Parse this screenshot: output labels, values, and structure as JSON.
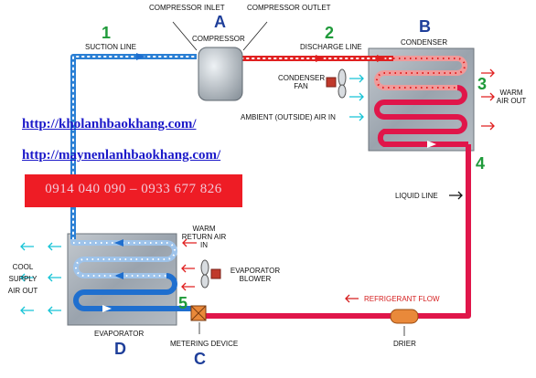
{
  "labels": {
    "compressor_inlet": "COMPRESSOR INLET",
    "compressor_outlet": "COMPRESSOR OUTLET",
    "compressor": "COMPRESSOR",
    "suction_line": "SUCTION LINE",
    "discharge_line": "DISCHARGE LINE",
    "condenser": "CONDENSER",
    "condenser_fan": "CONDENSER FAN",
    "ambient_air_in": "AMBIENT (OUTSIDE) AIR IN",
    "warm_air_out": "WARM AIR OUT",
    "liquid_line": "LIQUID LINE",
    "warm_return_air_in": "WARM RETURN AIR IN",
    "evaporator_blower": "EVAPORATOR BLOWER",
    "cool_supply_air_out": "COOL SUPPLY AIR OUT",
    "refrigerant_flow": "REFRIGERANT FLOW",
    "evaporator": "EVAPORATOR",
    "metering_device": "METERING DEVICE",
    "drier": "DRIER"
  },
  "markers": {
    "n1": "1",
    "n2": "2",
    "n3": "3",
    "n4": "4",
    "n5": "5",
    "a": "A",
    "b": "B",
    "c": "C",
    "d": "D"
  },
  "watermark": {
    "url1": "http://kholanhbaokhang.com/",
    "url2": "http://maynenlanhbaokhang.com/",
    "phone": "0914 040 090 – 0933 677 826"
  },
  "colors": {
    "suction_line": "#2a7fd4",
    "discharge_line": "#e02020",
    "liquid_line": "#e0164a",
    "coil_box": "#9aa3ad",
    "banner": "#ee1c25",
    "marker_number": "#1f9a3a",
    "marker_letter": "#1f3f9a"
  }
}
